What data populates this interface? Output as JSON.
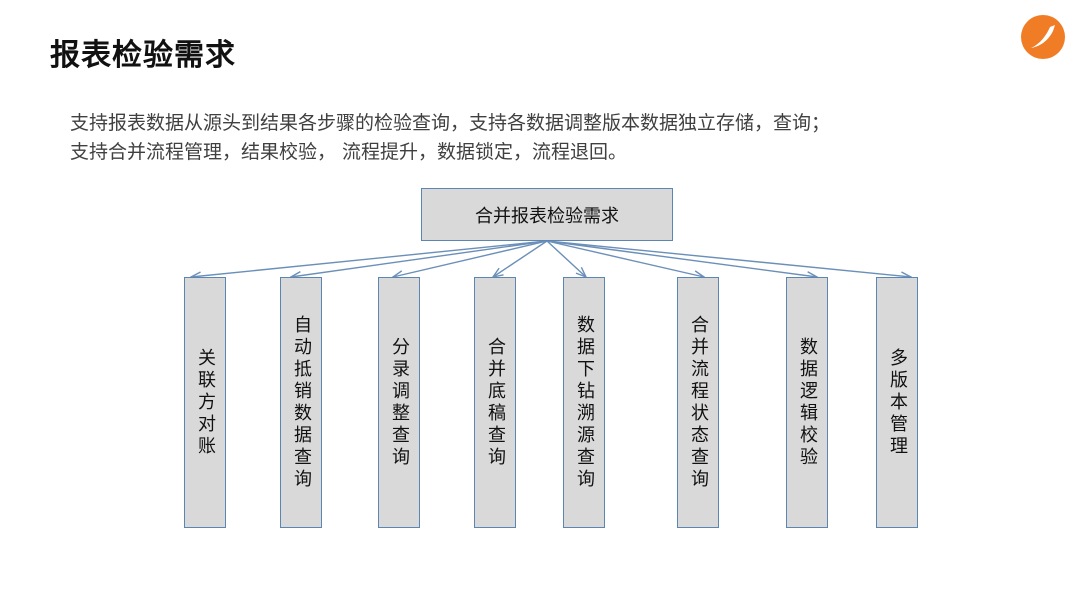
{
  "page": {
    "title": "报表检验需求",
    "description_lines": [
      "支持报表数据从源头到结果各步骤的检验查询，支持各数据调整版本数据独立存储，查询；",
      "支持合并流程管理，结果校验，   流程提升，数据锁定，流程退回。"
    ]
  },
  "diagram": {
    "type": "tree",
    "root": "合并报表检验需求",
    "children": [
      "关联方对账",
      "自动抵销数据查询",
      "分录调整查询",
      "合并底稿查询",
      "数据下钻溯源查询",
      "合并流程状态查询",
      "数据逻辑校验",
      "多版本管理"
    ]
  },
  "colors": {
    "box_fill": "#d9d9d9",
    "box_border": "#5b86b3",
    "connector": "#6b8fb8",
    "logo": "#f07d26",
    "title_text": "#111111",
    "body_text": "#404040"
  },
  "icons": {
    "logo": "brand-logo-icon"
  }
}
